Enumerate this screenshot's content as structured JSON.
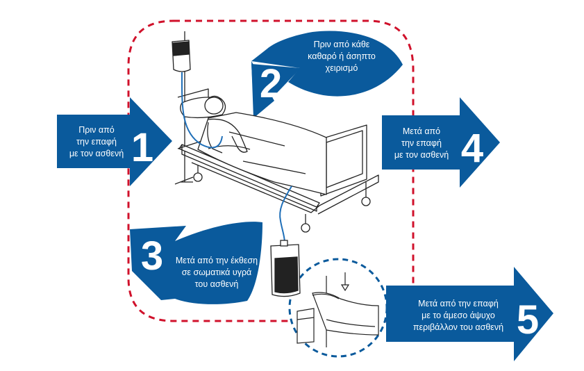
{
  "colors": {
    "arrow_blue": "#0a5a9c",
    "zone_red": "#d0112b",
    "line": "#222222",
    "tube": "#1f6fb8"
  },
  "moments": [
    {
      "number": "1",
      "lines": [
        "Πριν από",
        "την επαφή",
        "με τον ασθενή"
      ]
    },
    {
      "number": "2",
      "lines": [
        "Πριν από κάθε",
        "καθαρό ή άσηπτο",
        "χειρισμό"
      ]
    },
    {
      "number": "3",
      "lines": [
        "Μετά από την έκθεση",
        "σε σωματικά υγρά",
        "του ασθενή"
      ]
    },
    {
      "number": "4",
      "lines": [
        "Μετά από",
        "την επαφή",
        "με τον ασθενή"
      ]
    },
    {
      "number": "5",
      "lines": [
        "Μετά από την επαφή",
        "με το άμεσο άψυχο",
        "περιβάλλον του ασθενή"
      ]
    }
  ],
  "icons": {
    "patient_zone": "patient-bed-illustration",
    "environment_zone": "empty-bed-illustration",
    "iv_bag": "iv-drip-bag-icon",
    "drainage_bag": "urine-drainage-bag-icon"
  }
}
